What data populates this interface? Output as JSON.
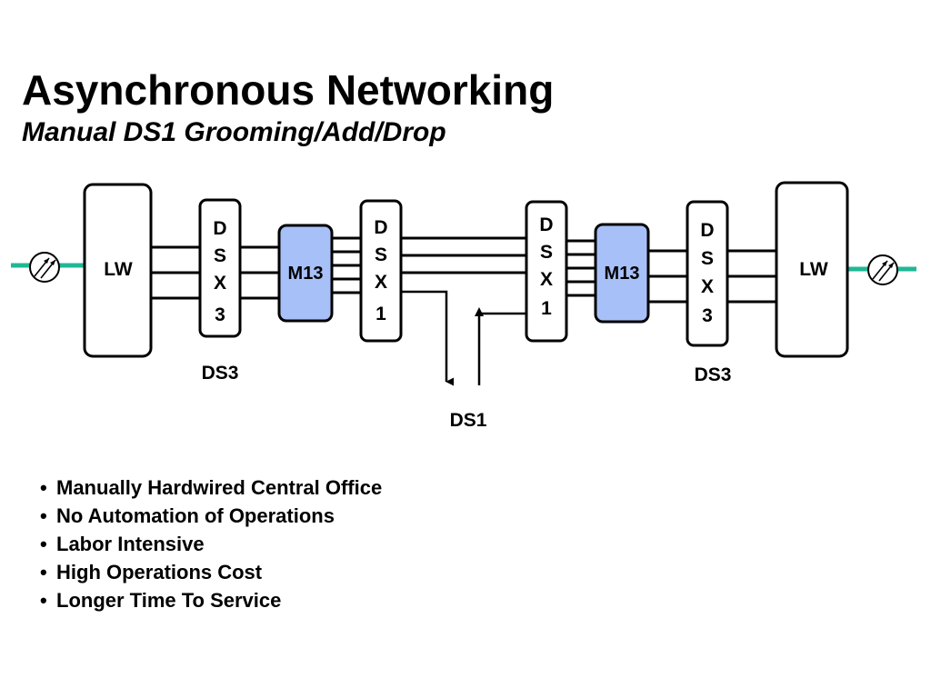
{
  "title": "Asynchronous Networking",
  "subtitle": "Manual DS1 Grooming/Add/Drop",
  "diagram": {
    "lw_left": "LW",
    "lw_right": "LW",
    "dsx3_left": [
      "D",
      "S",
      "X",
      "3"
    ],
    "dsx1_left": [
      "D",
      "S",
      "X",
      "1"
    ],
    "dsx1_right": [
      "D",
      "S",
      "X",
      "1"
    ],
    "dsx3_right": [
      "D",
      "S",
      "X",
      "3"
    ],
    "m13_left": "M13",
    "m13_right": "M13",
    "ds3_left": "DS3",
    "ds3_right": "DS3",
    "ds1": "DS1",
    "colors": {
      "m13_fill": "#a8c0f8",
      "fiber": "#1fb896",
      "stroke": "#000000"
    }
  },
  "bullets": [
    "Manually Hardwired Central Office",
    "No Automation of Operations",
    "Labor Intensive",
    "High Operations Cost",
    "Longer Time To Service"
  ]
}
